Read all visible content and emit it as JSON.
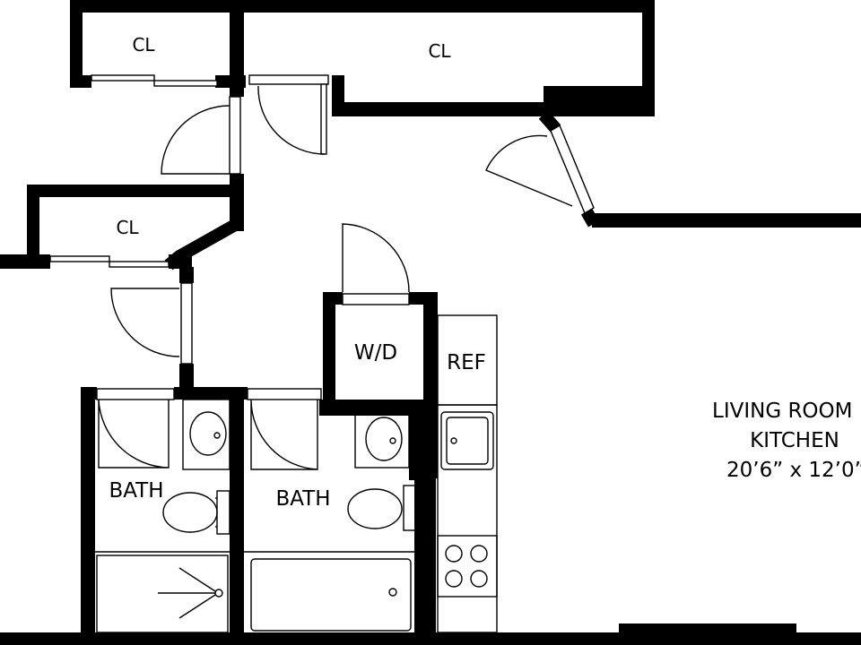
{
  "rooms": {
    "closet_top_left": "CL",
    "closet_top_right": "CL",
    "closet_middle": "CL",
    "washer_dryer": "W/D",
    "refrigerator": "REF",
    "bath_left": "BATH",
    "bath_right": "BATH",
    "living_line1": "LIVING ROOM",
    "living_line2": "KITCHEN",
    "living_dimensions": "20’6” x 12’0”"
  },
  "colors": {
    "wall": "#000000",
    "background": "#ffffff"
  }
}
